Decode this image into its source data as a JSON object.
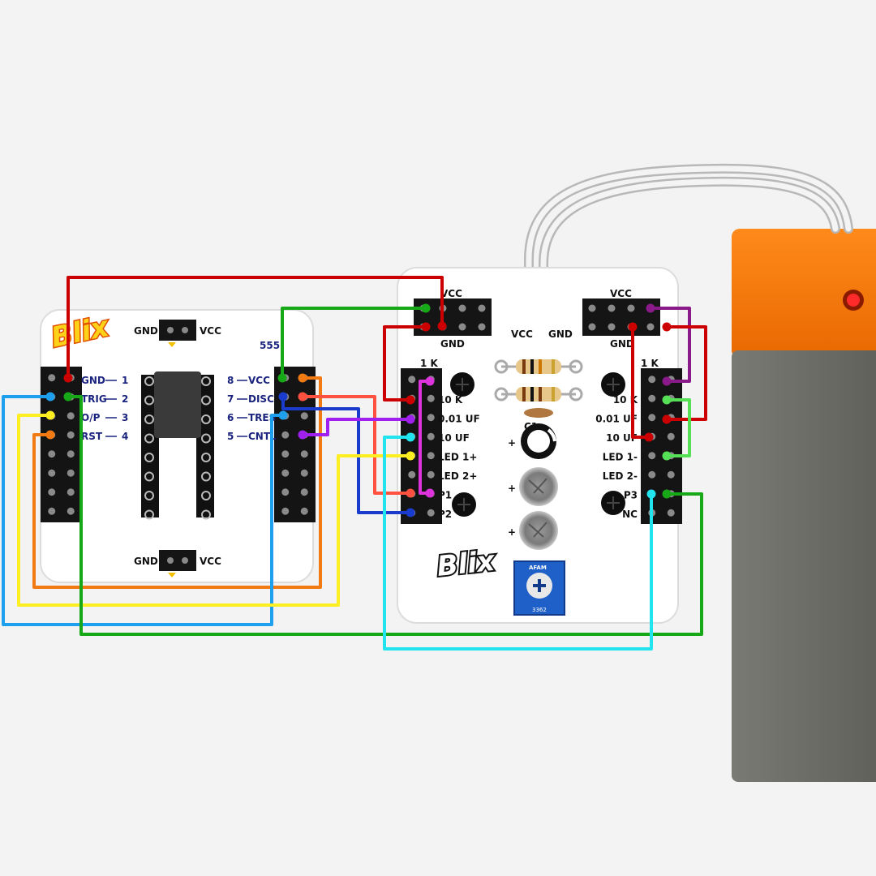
{
  "ic_board": {
    "brand": "Blix",
    "chip": "555",
    "top_header": {
      "left": "GND",
      "right": "VCC"
    },
    "bottom_header": {
      "left": "GND",
      "right": "VCC"
    },
    "pins_left": [
      {
        "name": "GND",
        "num": "1"
      },
      {
        "name": "TRIG",
        "num": "2"
      },
      {
        "name": "O/P",
        "num": "3"
      },
      {
        "name": "RST",
        "num": "4"
      }
    ],
    "pins_right": [
      {
        "num": "8",
        "name": "VCC"
      },
      {
        "num": "7",
        "name": "DISC"
      },
      {
        "num": "6",
        "name": "TRES"
      },
      {
        "num": "5",
        "name": "CNTL"
      }
    ]
  },
  "component_board": {
    "brand": "Blix",
    "top_left": {
      "top": "VCC",
      "bottom": "GND"
    },
    "top_right": {
      "top": "VCC",
      "bottom": "GND"
    },
    "center_header": {
      "left": "VCC",
      "right": "GND"
    },
    "left_strip": [
      "1 K",
      "10 K",
      "0.01 UF",
      "10 UF",
      "LED 1+",
      "LED 2+",
      "P1",
      "P2"
    ],
    "right_strip": [
      "1 K",
      "10 K",
      "0.01 UF",
      "10 UF",
      "LED 1-",
      "LED 2-",
      "P3",
      "NC"
    ],
    "capacitor_label": "C1",
    "polarity_marks": [
      "+",
      "+",
      "+"
    ],
    "pot_brand": "AFAM",
    "pot_code": "3362"
  },
  "battery": {
    "color": "#f07000",
    "body_color": "#6b6b66"
  },
  "wire_colors": {
    "red": "#cc0000",
    "green": "#16a816",
    "blue": "#1a3ccc",
    "light_blue": "#1ea0ee",
    "yellow": "#ffee22",
    "orange": "#f27a12",
    "purple": "#a020f0",
    "magenta": "#dd33dd",
    "cyan": "#22e4ee",
    "lime": "#55e055",
    "coral": "#ff5040",
    "dark_purple": "#8a1a8a"
  }
}
